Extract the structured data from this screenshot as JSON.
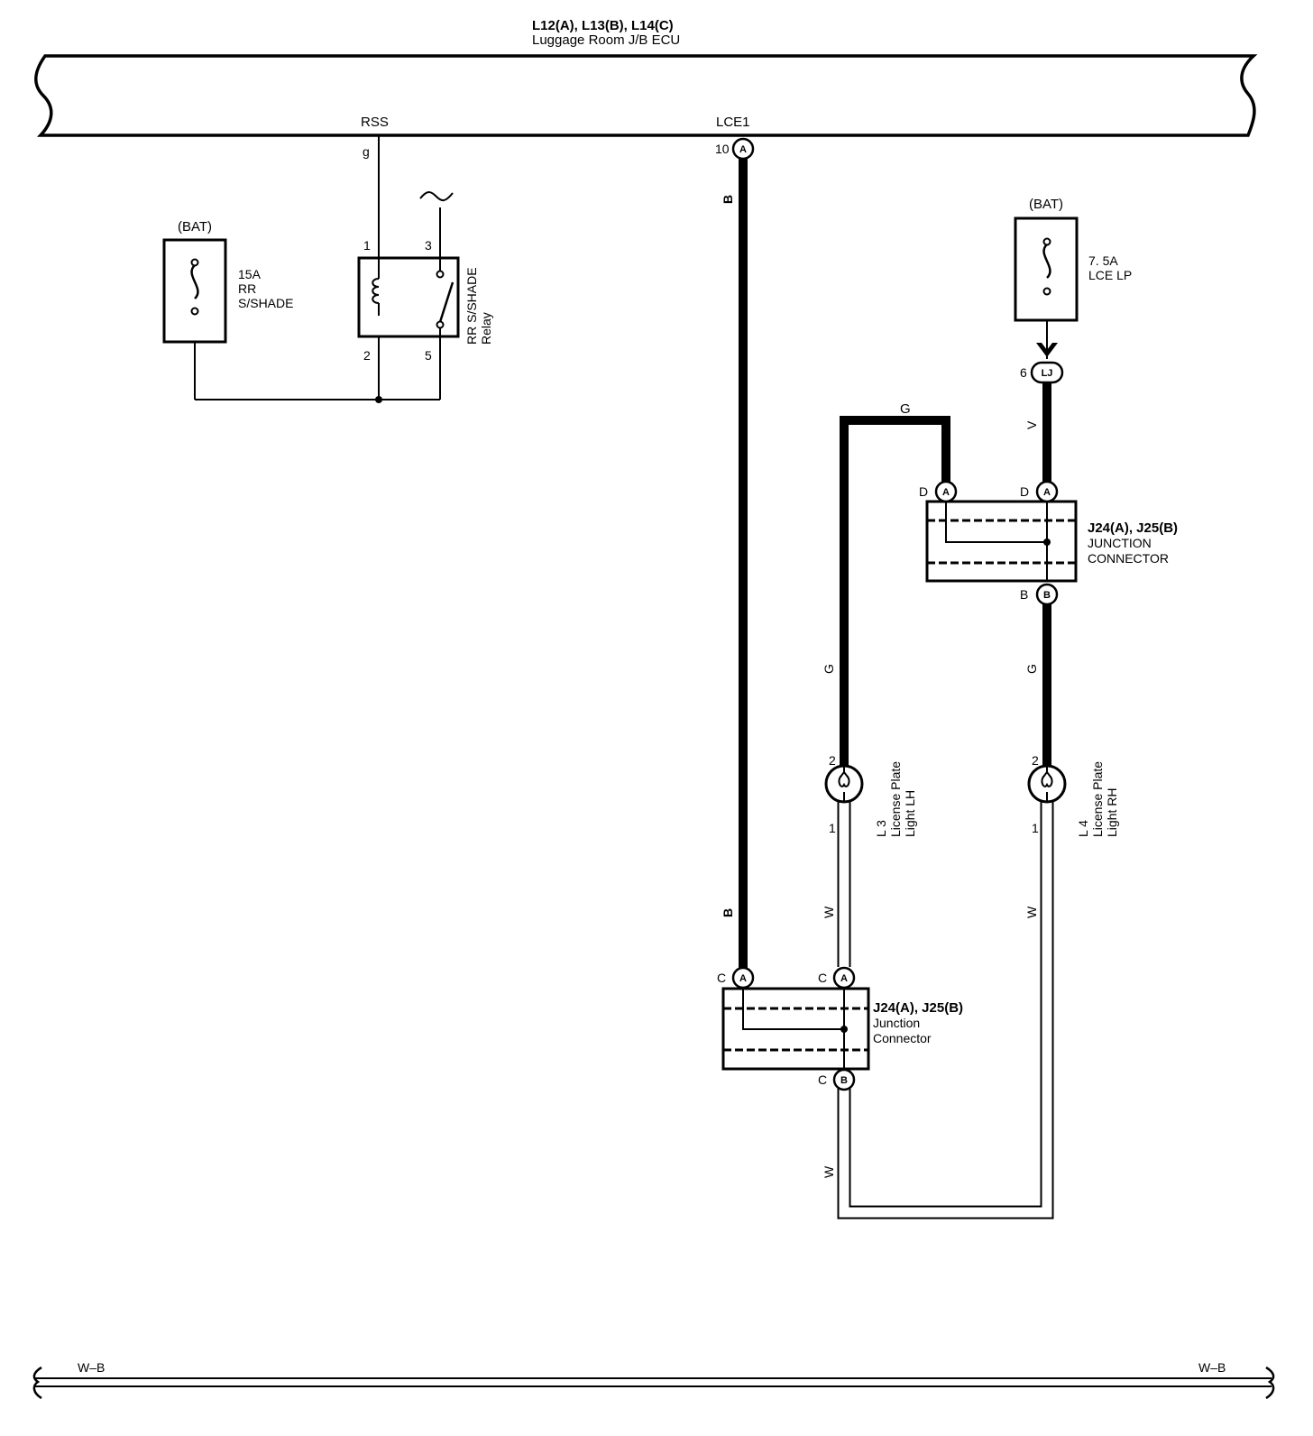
{
  "ecu": {
    "ref": "L12(A), L13(B), L14(C)",
    "name": "Luggage Room J/B ECU",
    "terminals": {
      "rss": {
        "label": "RSS",
        "pin": "g"
      },
      "lce1": {
        "label": "LCE1",
        "pin": "10",
        "connector": "A"
      }
    }
  },
  "fuse_rr_shade": {
    "source": "(BAT)",
    "amp": "15A",
    "line1": "RR",
    "line2": "S/SHADE"
  },
  "relay": {
    "name": "RR S/SHADE",
    "sub": "Relay",
    "pins": {
      "p1": "1",
      "p2": "2",
      "p3": "3",
      "p5": "5"
    }
  },
  "fuse_lce_lp": {
    "source": "(BAT)",
    "amp": "7. 5A",
    "name": "LCE LP"
  },
  "connector_lj": {
    "pin": "6",
    "label": "LJ"
  },
  "junction_upper": {
    "ref": "J24(A), J25(B)",
    "line1": "JUNCTION",
    "line2": "CONNECTOR",
    "pins": {
      "in_left": "D",
      "in_right": "D",
      "out": "B"
    },
    "conn": {
      "a": "A",
      "b": "B"
    }
  },
  "junction_lower": {
    "ref": "J24(A), J25(B)",
    "line1": "Junction",
    "line2": "Connector",
    "pins": {
      "in_left": "C",
      "in_right": "C",
      "out": "C"
    },
    "conn": {
      "a": "A",
      "b": "B"
    }
  },
  "lamp_lh": {
    "id": "L 3",
    "line1": "License Plate",
    "line2": "Light LH",
    "pin_top": "2",
    "pin_bottom": "1"
  },
  "lamp_rh": {
    "id": "L 4",
    "line1": "License Plate",
    "line2": "Light RH",
    "pin_top": "2",
    "pin_bottom": "1"
  },
  "wire_colors": {
    "lce1_top": "B",
    "lce1_bottom": "B",
    "g_top": "G",
    "g_left": "G",
    "v": "V",
    "g_right": "G",
    "w_left": "W",
    "w_right": "W",
    "w_bottom": "W"
  },
  "ground": {
    "left": "W–B",
    "right": "W–B"
  }
}
